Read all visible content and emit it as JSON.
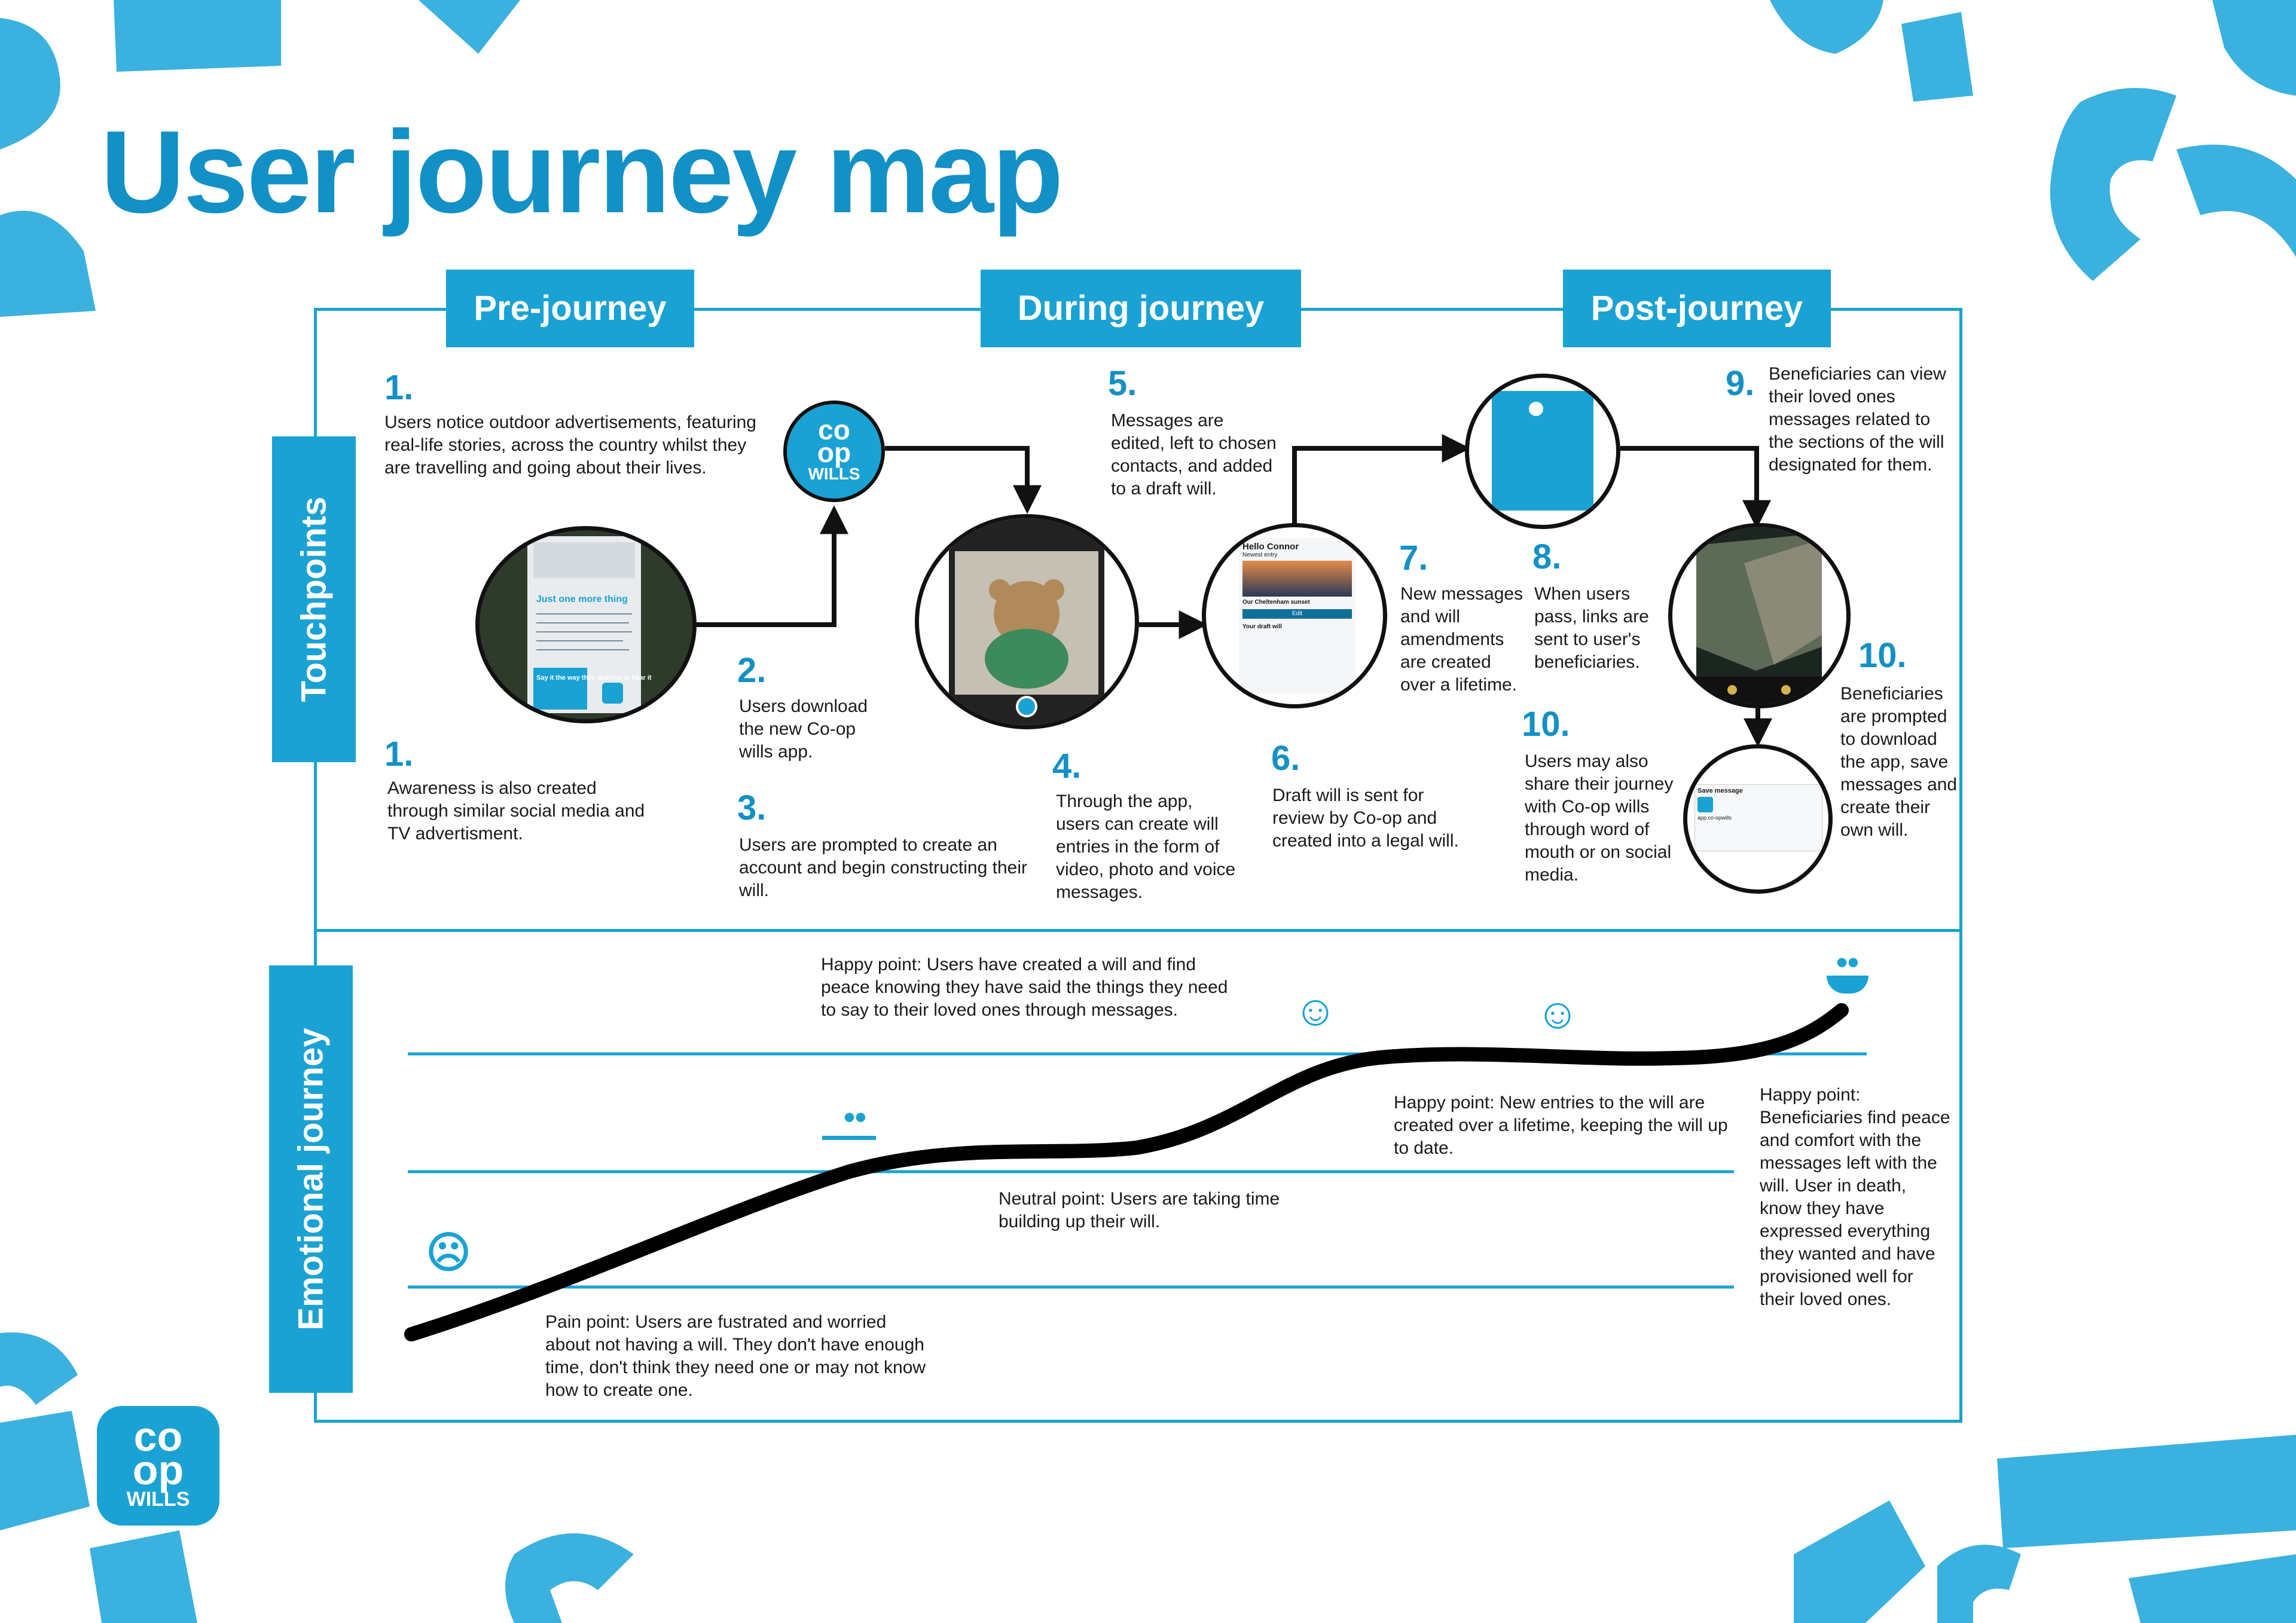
{
  "title": "User journey map",
  "phases": [
    "Pre-journey",
    "During journey",
    "Post-journey"
  ],
  "sections": [
    "Touchpoints",
    "Emotional journey"
  ],
  "brand": {
    "line1": "co",
    "line2": "op",
    "line3": "WILLS"
  },
  "steps": {
    "s1a": {
      "num": "1.",
      "text": "Users notice outdoor advertisements, featuring real-life stories, across the country whilst they are travelling and going about their lives."
    },
    "s1b": {
      "num": "1.",
      "text": "Awareness is also created through similar social media and TV advertisment."
    },
    "s2": {
      "num": "2.",
      "text": "Users download the new Co-op wills app."
    },
    "s3": {
      "num": "3.",
      "text": "Users are prompted to create an account and begin constructing their will."
    },
    "s4": {
      "num": "4.",
      "text": "Through the app, users can create will entries in the form of video, photo and voice messages."
    },
    "s5": {
      "num": "5.",
      "text": "Messages are edited, left to chosen contacts, and added to a draft will."
    },
    "s6": {
      "num": "6.",
      "text": "Draft will is sent for review by Co-op and created into a legal will."
    },
    "s7": {
      "num": "7.",
      "text": "New messages and will amendments are created over a lifetime."
    },
    "s8": {
      "num": "8.",
      "text": "When users pass, links are sent to user's beneficiaries."
    },
    "s9": {
      "num": "9.",
      "text": "Beneficiaries can view their loved ones messages related to the sections of the will designated for them."
    },
    "s10a": {
      "num": "10.",
      "text": "Users may also share their journey with Co-op wills through word of mouth or on social media."
    },
    "s10b": {
      "num": "10.",
      "text": "Beneficiaries are prompted to download the app, save messages and create their own will."
    }
  },
  "screens": {
    "poster_headline": "Just one more thing",
    "poster_tag": "Say it the way they deserve to hear it",
    "app_greeting": "Hello Connor",
    "app_recent": "Newest entry",
    "app_video_title": "Our Cheltenham sunset",
    "app_button": "Edit",
    "app_draft": "Your draft will",
    "save_title": "Save message",
    "save_url": "app.co-opwills"
  },
  "emotions": {
    "pain": "Pain point: Users are fustrated and worried about not having a will. They don't have enough time, don't think they need one or may not know how to create one.",
    "neutral": "Neutral point: Users are taking time building up their will.",
    "happy1": "Happy point: Users have created a will and find peace knowing they have said the things they need to say to their loved ones through messages.",
    "happy2": "Happy point: New entries to the will are created over a lifetime, keeping the will up to date.",
    "happy3": "Happy point: Beneficiaries find peace and comfort with the messages left with the will. User in death, know they have expressed everything they wanted and have provisioned well for their loved ones."
  },
  "emotion_faces": {
    "sad": "☹",
    "neutral": "••",
    "happy": "☺",
    "very_happy": "••"
  },
  "colors": {
    "brand": "#1aa2d4",
    "title": "#1390c6",
    "line": "#111111"
  }
}
